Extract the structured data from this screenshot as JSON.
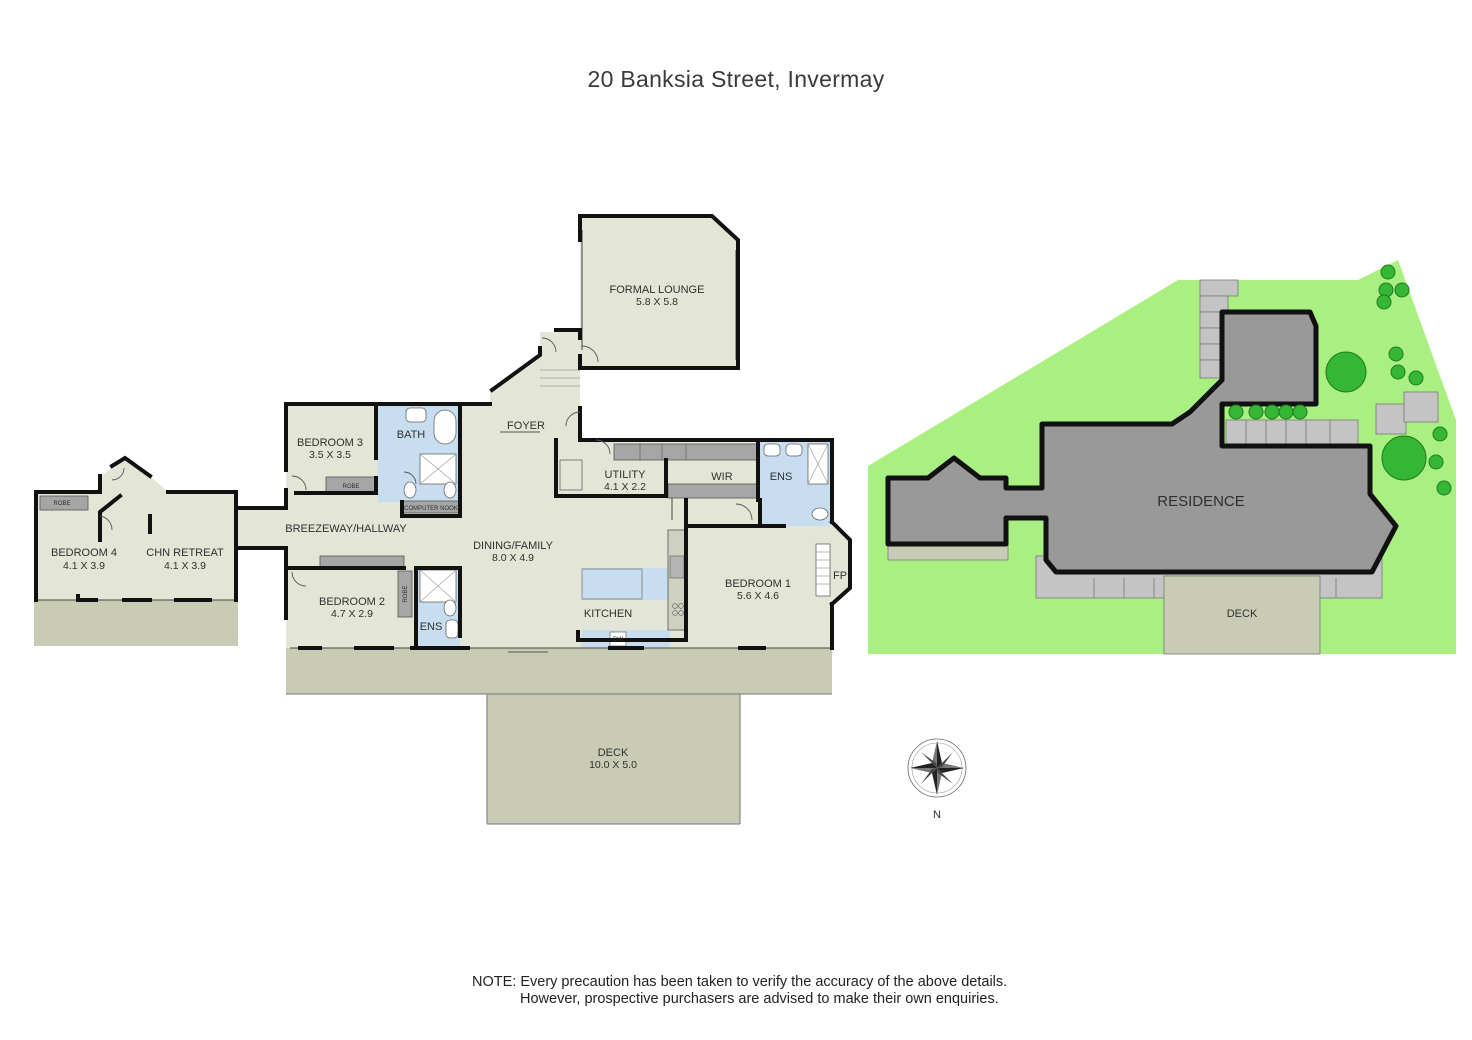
{
  "title": "20 Banksia Street, Invermay",
  "rooms": {
    "formal_lounge": {
      "name": "FORMAL LOUNGE",
      "dims": "5.8 X 5.8"
    },
    "foyer": {
      "name": "FOYER"
    },
    "bath": {
      "name": "BATH"
    },
    "bedroom3": {
      "name": "BEDROOM 3",
      "dims": "3.5 X 3.5"
    },
    "utility": {
      "name": "UTILITY",
      "dims": "4.1 X 2.2"
    },
    "wir": {
      "name": "WIR"
    },
    "ens1": {
      "name": "ENS"
    },
    "robe3": {
      "name": "ROBE"
    },
    "computer_nook": {
      "name": "COMPUTER NOOK"
    },
    "breezeway": {
      "name": "BREEZEWAY/HALLWAY"
    },
    "dining": {
      "name": "DINING/FAMILY",
      "dims": "8.0 X 4.9"
    },
    "bedroom4": {
      "name": "BEDROOM 4",
      "dims": "4.1 X 3.9"
    },
    "robe4": {
      "name": "ROBE"
    },
    "chn_retreat": {
      "name": "CHN RETREAT",
      "dims": "4.1 X 3.9"
    },
    "bedroom2": {
      "name": "BEDROOM 2",
      "dims": "4.7 X 2.9"
    },
    "robe2": {
      "name": "ROBE"
    },
    "ens2": {
      "name": "ENS"
    },
    "kitchen": {
      "name": "KITCHEN"
    },
    "dw": {
      "name": "DW"
    },
    "bedroom1": {
      "name": "BEDROOM 1",
      "dims": "5.6 X 4.6"
    },
    "fp": {
      "name": "FP"
    },
    "deck": {
      "name": "DECK",
      "dims": "10.0 X 5.0"
    }
  },
  "site": {
    "residence": "RESIDENCE",
    "deck": "DECK"
  },
  "compass": {
    "north": "N"
  },
  "note": {
    "line1": "NOTE: Every precaution has been taken to verify the accuracy of the above details.",
    "line2": "However, prospective purchasers are advised to make their own enquiries."
  },
  "colors": {
    "floor": "#e3e6d6",
    "deck": "#c9cbb4",
    "wet_area": "#c8def0",
    "fixture": "#9a9a9a",
    "wall": "#111111",
    "lawn": "#a9ef82",
    "residence": "#999999",
    "tree": "#35b635"
  }
}
